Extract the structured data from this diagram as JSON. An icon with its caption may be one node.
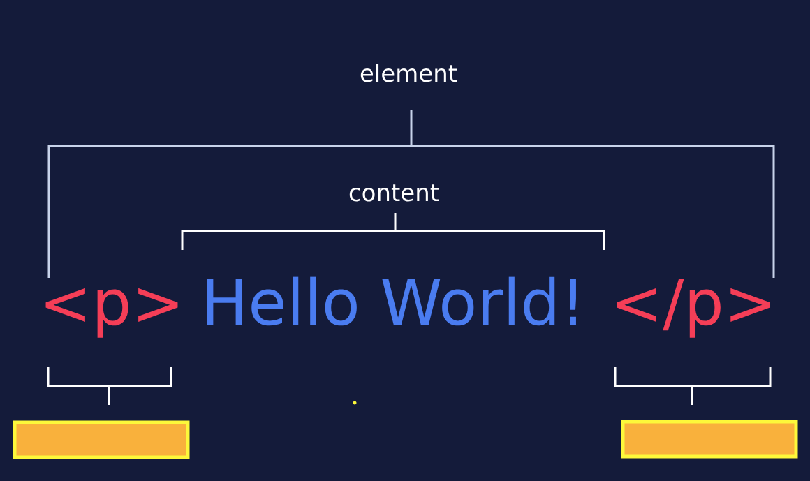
{
  "diagram": {
    "nodes": [
      {
        "text": [],
        "shape": "box"
      },
      {
        "text": [],
        "shape": "box"
      }
    ],
    "labels": [
      "element",
      "content",
      "<p>",
      "Hello World!",
      "</p>"
    ]
  }
}
